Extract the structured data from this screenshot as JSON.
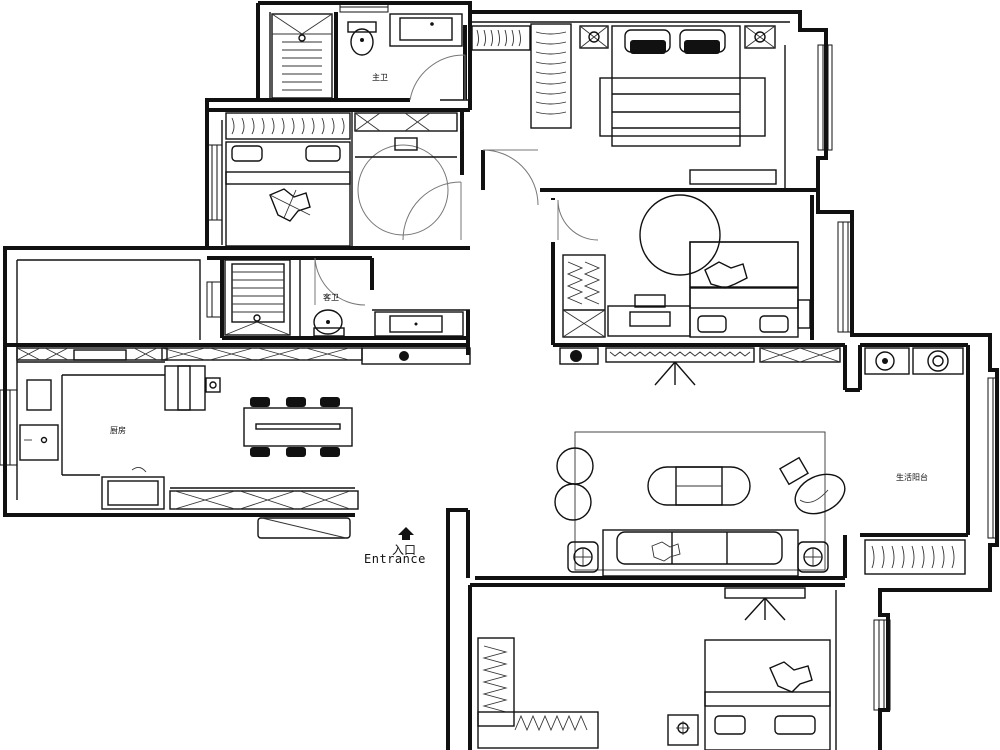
{
  "rooms": {
    "master_bath": "主卫",
    "guest_bath": "客卫",
    "kitchen": "厨房",
    "balcony": "生活阳台"
  },
  "entrance": {
    "label_cn": "入口",
    "label_en": "Entrance",
    "arrow_icon": "up-arrow-icon"
  },
  "colors": {
    "line": "#111111",
    "background": "#ffffff",
    "door_swing": "#777777"
  }
}
